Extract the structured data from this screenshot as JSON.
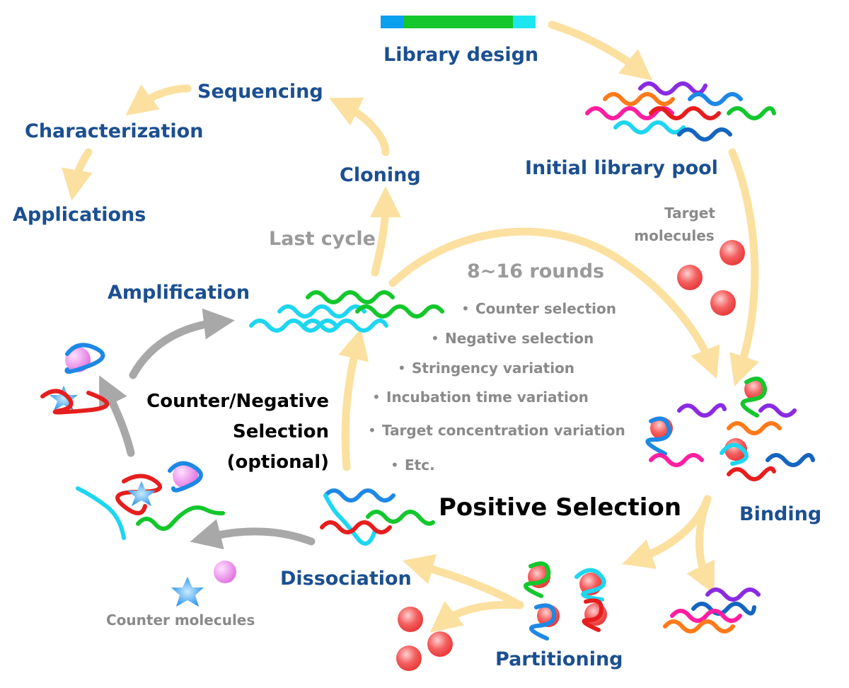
{
  "colors": {
    "title_blue": "#1b4f91",
    "note_grey": "#8a8a8a",
    "arrow_yellow": "#fbe0a0",
    "arrow_grey": "#a8a8a8",
    "bar_blue": "#0b9ff0",
    "bar_green": "#13c72c",
    "bar_cyan": "#1ee6f0",
    "target_red": "#f04848",
    "counter_pink": "#f08ae8",
    "counter_star_blue": "#1c88e8"
  },
  "labels": {
    "library_design": "Library design",
    "initial_pool": "Initial library pool",
    "target_molecules_l1": "Target",
    "target_molecules_l2": "molecules",
    "binding": "Binding",
    "partitioning": "Partitioning",
    "dissociation": "Dissociation",
    "positive_selection": "Positive Selection",
    "amplification": "Amplification",
    "last_cycle": "Last cycle",
    "cloning": "Cloning",
    "sequencing": "Sequencing",
    "characterization": "Characterization",
    "applications": "Applications",
    "counter_l1": "Counter/Negative",
    "counter_l2": "Selection",
    "counter_l3": "(optional)",
    "counter_molecules": "Counter molecules",
    "rounds": "8~16 rounds"
  },
  "round_options": [
    "Counter selection",
    "Negative selection",
    "Stringency variation",
    "Incubation time variation",
    "Target concentration variation",
    "Etc."
  ],
  "icons": {
    "library_bar": "dna-library-bar",
    "oligo": "oligonucleotide-strand",
    "target": "target-molecule-blob",
    "counter_sphere": "counter-molecule-sphere",
    "counter_star": "counter-molecule-star"
  }
}
